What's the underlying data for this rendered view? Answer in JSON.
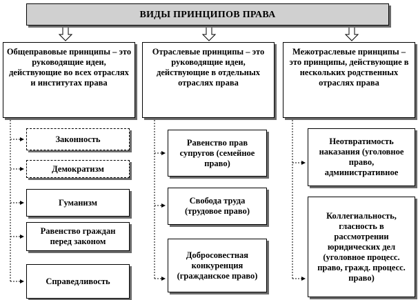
{
  "title": "ВИДЫ ПРИНЦИПОВ ПРАВА",
  "columns": [
    {
      "heading": "Общеправовые принципы – это руководящие идеи, действующие во всех отраслях и институтах права",
      "items": [
        "Законность",
        "Демократизм",
        "Гуманизм",
        "Равенство граждан перед законом",
        "Справедливость"
      ]
    },
    {
      "heading": "Отраслевые принципы – это руководящие идеи, действующие в отдельных отраслях права",
      "items": [
        "Равенство прав супругов (семейное право)",
        "Свобода труда (трудовое право)",
        "Добросовестная конкуренция (гражданское право)"
      ]
    },
    {
      "heading": "Межотраслевые принципы – это принципы, действующие в нескольких родственных отраслях права",
      "items": [
        "Неотвратимость наказания (уголовное право, административное",
        "Коллегиальность, гласность в рассмотрении юридических дел (уголовное процесс. право, гражд. процесс. право)"
      ]
    }
  ]
}
